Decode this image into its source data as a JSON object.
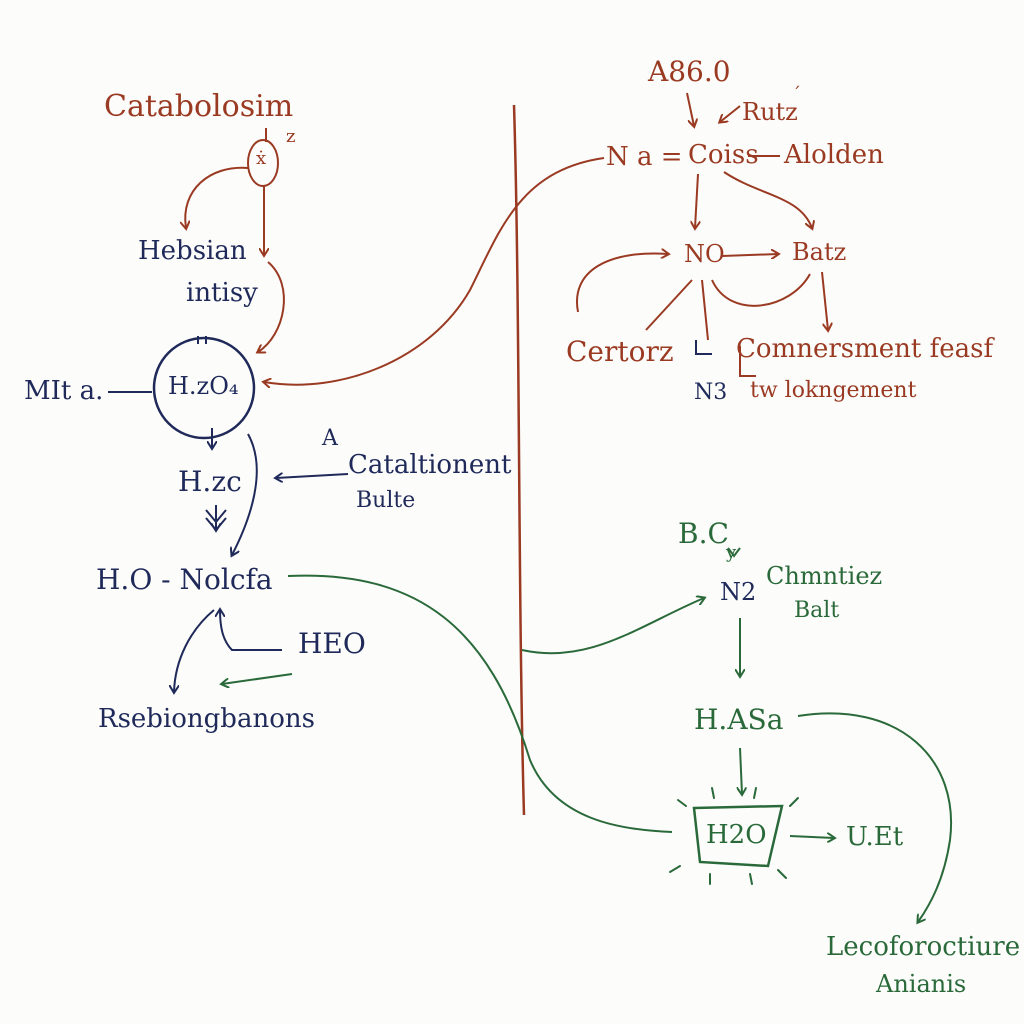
{
  "colors": {
    "background": "#fcfcfa",
    "red": "#9a3a22",
    "navy": "#1f2a5a",
    "green": "#2a6a3a"
  },
  "left": {
    "title": "Catabolosim",
    "circle_top_label": "ẋ",
    "circle_top_sup": "z",
    "hebsian": "Hebsian",
    "intisy": "intisy",
    "mlta": "MIt a.",
    "h2o_circle": "H.zO₄",
    "hzc": "H.zc",
    "cataltionent": "Cataltionent",
    "cataltionent_mark": "A",
    "bulte": "Bulte",
    "ho_nolcfa": "H.O - Nolcfa",
    "heo": "HEO",
    "rsebiongbanons": "Rsebiongbanons"
  },
  "right_top": {
    "a86": "A86.0",
    "rutz": "Rutz",
    "rutz_accent": "´",
    "na": "N a =",
    "coiss": "Coiss",
    "alolden": "Alolden",
    "no": "NO",
    "batz": "Batz",
    "certorz": "Certorz",
    "n3": "N3",
    "comnersment": "Comnersment feasf",
    "lokngement": "tw lokngement"
  },
  "right_bottom": {
    "bc": "B.C",
    "bc_sub": "y",
    "n2": "N2",
    "chmntiez": "Chmntiez",
    "balt": "Balt",
    "hasa": "H.ASa",
    "h2o_box": "H2O",
    "uet": "U.Et",
    "lecoforoctiure": "Lecoforoctiure",
    "anianis": "Anianis"
  }
}
